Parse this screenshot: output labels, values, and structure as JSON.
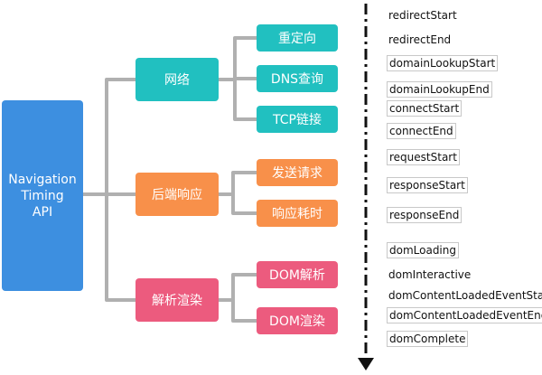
{
  "root": {
    "lines": [
      "Navigation",
      "Timing",
      "API"
    ]
  },
  "categories": [
    {
      "label": "网络",
      "children": [
        "重定向",
        "DNS查询",
        "TCP链接"
      ]
    },
    {
      "label": "后端响应",
      "children": [
        "发送请求",
        "响应耗时"
      ]
    },
    {
      "label": "解析渲染",
      "children": [
        "DOM解析",
        "DOM渲染"
      ]
    }
  ],
  "events": [
    "redirectStart",
    "redirectEnd",
    "domainLookupStart",
    "domainLookupEnd",
    "connectStart",
    "connectEnd",
    "requestStart",
    "responseStart",
    "responseEnd",
    "domLoading",
    "domInteractive",
    "domContentLoadedEventStart",
    "domContentLoadedEventEnd",
    "domComplete"
  ],
  "colors": {
    "root": "#3d8fe0",
    "network": "#21c0c0",
    "backend": "#f8904a",
    "render": "#ec5b7e",
    "connector": "#b0b0b0",
    "timeline": "#111111"
  }
}
